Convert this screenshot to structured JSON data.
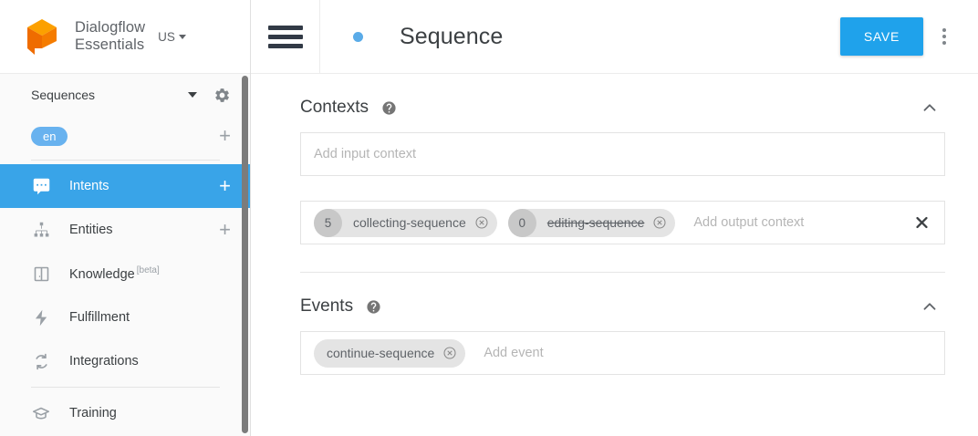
{
  "sidebar": {
    "brand": {
      "line1": "Dialogflow",
      "line2": "Essentials",
      "logo_icon": "dialogflow-cube-logo"
    },
    "region": {
      "label": "US",
      "icon": "chevron-down-icon"
    },
    "agent_section": {
      "title": "Sequences",
      "expand_icon": "caret-down-icon",
      "settings_icon": "gear-icon"
    },
    "language": {
      "chip": "en",
      "add_icon": "plus-icon"
    },
    "items": [
      {
        "label": "Intents",
        "icon": "intents-chat-icon",
        "active": true,
        "action": "+"
      },
      {
        "label": "Entities",
        "icon": "entities-tree-icon",
        "active": false,
        "action": "+"
      },
      {
        "label": "Knowledge",
        "icon": "knowledge-book-icon",
        "active": false,
        "badge": "[beta]"
      },
      {
        "label": "Fulfillment",
        "icon": "fulfillment-bolt-icon",
        "active": false
      },
      {
        "label": "Integrations",
        "icon": "integrations-sync-icon",
        "active": false
      },
      {
        "label": "Training",
        "icon": "training-cap-icon",
        "active": false
      }
    ]
  },
  "topbar": {
    "menu_icon": "hamburger-menu-icon",
    "status_dot": "agent-status-dot",
    "title": "Sequence",
    "save_label": "SAVE",
    "more_icon": "more-vertical-icon"
  },
  "contexts": {
    "title": "Contexts",
    "help_icon": "help-circle-icon",
    "collapse_icon": "chevron-up-icon",
    "input": {
      "placeholder": "Add input context",
      "value": ""
    },
    "output": {
      "placeholder": "Add output context",
      "clear_icon": "close-x-icon",
      "chips": [
        {
          "lifespan": "5",
          "label": "collecting-sequence",
          "expired": false,
          "remove_icon": "remove-circle-icon"
        },
        {
          "lifespan": "0",
          "label": "editing-sequence",
          "expired": true,
          "remove_icon": "remove-circle-icon"
        }
      ]
    }
  },
  "events": {
    "title": "Events",
    "help_icon": "help-circle-icon",
    "collapse_icon": "chevron-up-icon",
    "placeholder": "Add event",
    "chips": [
      {
        "label": "continue-sequence",
        "remove_icon": "remove-circle-icon"
      }
    ]
  },
  "colors": {
    "accent_blue": "#1fa2eb",
    "active_nav": "#39a4e8",
    "logo_orange": "#f58220",
    "chip_gray": "#e4e4e4"
  }
}
